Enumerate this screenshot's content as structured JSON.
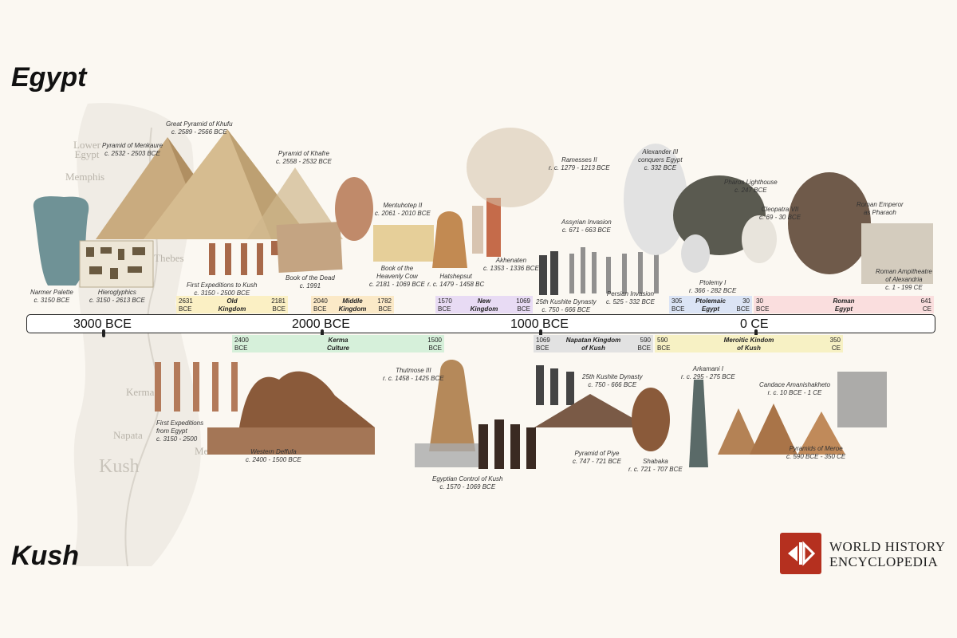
{
  "regions": {
    "top": "Egypt",
    "bottom": "Kush"
  },
  "map_labels": {
    "lower_egypt_1": "Lower",
    "lower_egypt_2": "Egypt",
    "memphis": "Memphis",
    "thebes": "Thebes",
    "kerma": "Kerma",
    "napata": "Napata",
    "meroe": "Meroe",
    "kush": "Kush"
  },
  "axis": {
    "ticks": [
      "3000 BCE",
      "2000 BCE",
      "1000 BCE",
      "0 CE"
    ]
  },
  "egypt_periods": [
    {
      "start": "2631",
      "end": "2181",
      "name1": "Old",
      "name2": "Kingdom",
      "color": "#fbf0c4"
    },
    {
      "start": "2040",
      "end": "1782",
      "name1": "Middle",
      "name2": "Kingdom",
      "color": "#fbe9c7"
    },
    {
      "start": "1570",
      "end": "1069",
      "name1": "New",
      "name2": "Kingdom",
      "color": "#e8dbf4"
    },
    {
      "start": "305",
      "end": "30",
      "name1": "Ptolemaic",
      "name2": "Egypt",
      "color": "#dbe4f5"
    },
    {
      "start": "30",
      "end": "641",
      "name1": "Roman",
      "name2": "Egypt",
      "color": "#fadede"
    }
  ],
  "egypt_period_units": {
    "bce": "BCE",
    "ce": "CE"
  },
  "kush_periods": [
    {
      "start": "2400",
      "end": "1500",
      "name1": "Kerma",
      "name2": "Culture",
      "color": "#d6f0da"
    },
    {
      "start": "1069",
      "end": "590",
      "name1": "Napatan Kingdom",
      "name2": "of Kush",
      "color": "#e2e2e2"
    },
    {
      "start": "590",
      "end": "350",
      "name1": "Meroitic Kindom",
      "name2": "of Kush",
      "color": "#f7f1c4"
    }
  ],
  "egypt_events": [
    {
      "t": "Narmer Palette",
      "d": "c. 3150 BCE"
    },
    {
      "t": "Hieroglyphics",
      "d": "c. 3150 - 2613 BCE"
    },
    {
      "t": "Pyramid of Menkaure",
      "d": "c. 2532 - 2503 BCE"
    },
    {
      "t": "Great Pyramid of Khufu",
      "d": "c. 2589 - 2566 BCE"
    },
    {
      "t": "Pyramid of Khafre",
      "d": "c. 2558 - 2532 BCE"
    },
    {
      "t": "First Expeditions to Kush",
      "d": "c. 3150 - 2500 BCE"
    },
    {
      "t": "Book of the Dead",
      "d": "c. 1991"
    },
    {
      "t": "Mentuhotep II",
      "d": "c. 2061 - 2010 BCE"
    },
    {
      "t": "Book of the",
      "t2": "Heavenly Cow",
      "d": "c. 2181 - 1069 BCE"
    },
    {
      "t": "Hatshepsut",
      "d": "r. c. 1479 - 1458 BC"
    },
    {
      "t": "Akhenaten",
      "d": "c. 1353 - 1336 BCE"
    },
    {
      "t": "Ramesses II",
      "d": "r. c. 1279 - 1213 BCE"
    },
    {
      "t": "Assyrian Invasion",
      "d": "c. 671 - 663 BCE"
    },
    {
      "t": "25th Kushite Dynasty",
      "d": "c. 750 - 666 BCE"
    },
    {
      "t": "Persian Invasion",
      "d": "c. 525 - 332 BCE"
    },
    {
      "t": "Alexander III",
      "t2": "conquers Egypt",
      "d": "c. 332 BCE"
    },
    {
      "t": "Pharos Lighthouse",
      "d": "c. 247 BCE"
    },
    {
      "t": "Cleopatra VII",
      "d": "c. 69 - 30 BCE"
    },
    {
      "t": "Ptolemy I",
      "d": "r. 366 - 282 BCE"
    },
    {
      "t": "Roman Emperor",
      "t2": "as Pharaoh",
      "d": ""
    },
    {
      "t": "Roman Ampitheatre",
      "t2": "of Alexandria",
      "d": "c. 1 - 199 CE"
    }
  ],
  "kush_events": [
    {
      "t": "First Expeditions",
      "t2": "from Egypt",
      "d": "c. 3150 - 2500"
    },
    {
      "t": "Western Deffufa",
      "d": "c. 2400 - 1500 BCE"
    },
    {
      "t": "Thutmose III",
      "d": "r. c. 1458 - 1425 BCE"
    },
    {
      "t": "Egyptian Control of Kush",
      "d": "c. 1570 - 1069 BCE"
    },
    {
      "t": "25th Kushite Dynasty",
      "d": "c. 750 - 666 BCE"
    },
    {
      "t": "Pyramid of Piye",
      "d": "c. 747 - 721 BCE"
    },
    {
      "t": "Shabaka",
      "d": "r. c. 721 - 707 BCE"
    },
    {
      "t": "Arkamani I",
      "d": "r. c. 295 - 275 BCE"
    },
    {
      "t": "Candace Amanishakheto",
      "d": "r. c. 10 BCE - 1 CE"
    },
    {
      "t": "Pyramids of Meroe",
      "d": "c. 590 BCE - 350 CE"
    }
  ],
  "logo": {
    "line1": "WORLD HISTORY",
    "line2": "ENCYCLOPEDIA",
    "brand_color": "#b5301f"
  }
}
